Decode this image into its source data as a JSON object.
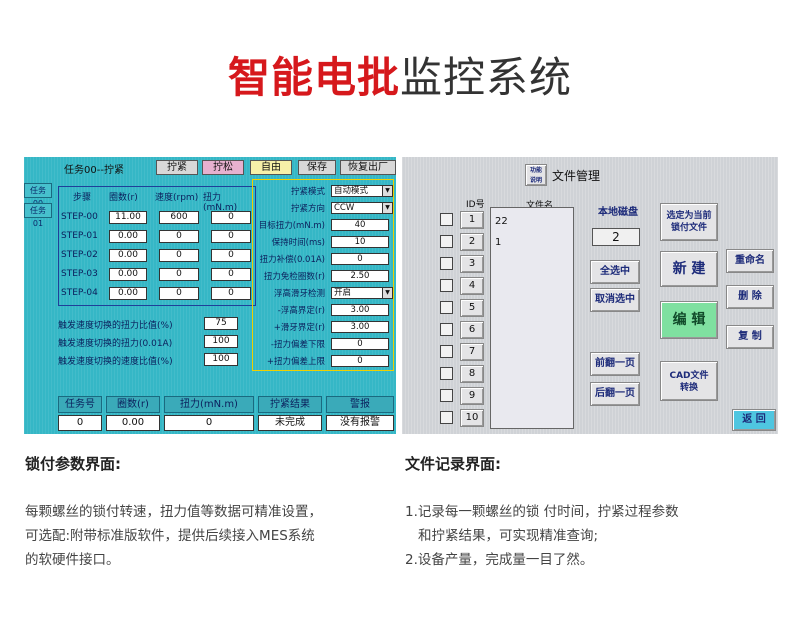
{
  "title": {
    "part1": "智能电批",
    "part2": "监控系统"
  },
  "left_screen": {
    "task_name": "任务00--拧紧",
    "tabs": [
      "拧紧",
      "拧松",
      "自由",
      "保存",
      "恢复出厂"
    ],
    "side_tasks": [
      "任务00",
      "任务01"
    ],
    "step_headers": [
      "步骤",
      "圈数(r)",
      "速度(rpm)",
      "扭力(mN.m)"
    ],
    "steps": [
      {
        "label": "STEP-00",
        "turns": "11.00",
        "speed": "600",
        "torque": "0"
      },
      {
        "label": "STEP-01",
        "turns": "0.00",
        "speed": "0",
        "torque": "0"
      },
      {
        "label": "STEP-02",
        "turns": "0.00",
        "speed": "0",
        "torque": "0"
      },
      {
        "label": "STEP-03",
        "turns": "0.00",
        "speed": "0",
        "torque": "0"
      },
      {
        "label": "STEP-04",
        "turns": "0.00",
        "speed": "0",
        "torque": "0"
      }
    ],
    "thresholds": [
      {
        "label": "触发速度切换的扭力比值(%)",
        "value": "75"
      },
      {
        "label": "触发速度切换的扭力(0.01A)",
        "value": "100"
      },
      {
        "label": "触发速度切换的速度比值(%)",
        "value": "100"
      }
    ],
    "params": [
      {
        "label": "拧紧模式",
        "value": "自动模式",
        "dropdown": true
      },
      {
        "label": "拧紧方向",
        "value": "CCW",
        "dropdown": true
      },
      {
        "label": "目标扭力(mN.m)",
        "value": "40"
      },
      {
        "label": "保持时间(ms)",
        "value": "10"
      },
      {
        "label": "扭力补偿(0.01A)",
        "value": "0"
      },
      {
        "label": "扭力免检圈数(r)",
        "value": "2.50"
      },
      {
        "label": "浮高滑牙检测",
        "value": "开启",
        "dropdown": true
      },
      {
        "label": "-浮高界定(r)",
        "value": "3.00"
      },
      {
        "label": "+滑牙界定(r)",
        "value": "3.00"
      },
      {
        "label": "-扭力偏差下限",
        "value": "0"
      },
      {
        "label": "+扭力偏差上限",
        "value": "0"
      }
    ],
    "bottom_headers": [
      "任务号",
      "圈数(r)",
      "扭力(mN.m)",
      "拧紧结果",
      "警报"
    ],
    "bottom_values": [
      "0",
      "0.00",
      "0",
      "未完成",
      "没有报警"
    ]
  },
  "right_screen": {
    "fn_icon": [
      "功能",
      "说明"
    ],
    "title": "文件管理",
    "id_header": "ID号",
    "file_header": "文件名",
    "ids": [
      "1",
      "2",
      "3",
      "4",
      "5",
      "6",
      "7",
      "8",
      "9",
      "10"
    ],
    "files": [
      "22",
      "1"
    ],
    "disk_label": "本地磁盘",
    "disk_value": "2",
    "buttons": {
      "select_all": "全选中",
      "deselect_all": "取消选中",
      "prev_page": "前翻一页",
      "next_page": "后翻一页",
      "select_current": "选定为当前锁付文件",
      "new": "新 建",
      "edit": "编 辑",
      "cad": "CAD文件转换",
      "rename": "重命名",
      "delete": "删 除",
      "copy": "复 制",
      "back": "返 回"
    }
  },
  "section_left": {
    "heading": "锁付参数界面:",
    "body": [
      "每颗螺丝的锁付转速，扭力值等数据可精准设置，",
      "可选配:附带标准版软件，提供后续接入MES系统",
      "的软硬件接口。"
    ]
  },
  "section_right": {
    "heading": "文件记录界面:",
    "body": [
      "1.记录每一颗螺丝的锁 付时间，拧紧过程参数",
      "和拧紧结果，可实现精准查询;",
      "2.设备产量，完成量一目了然。"
    ]
  },
  "colors": {
    "title_red": "#d6181c",
    "screen_cyan": "#35b7c6",
    "screen_gray": "#cfd2d6"
  }
}
